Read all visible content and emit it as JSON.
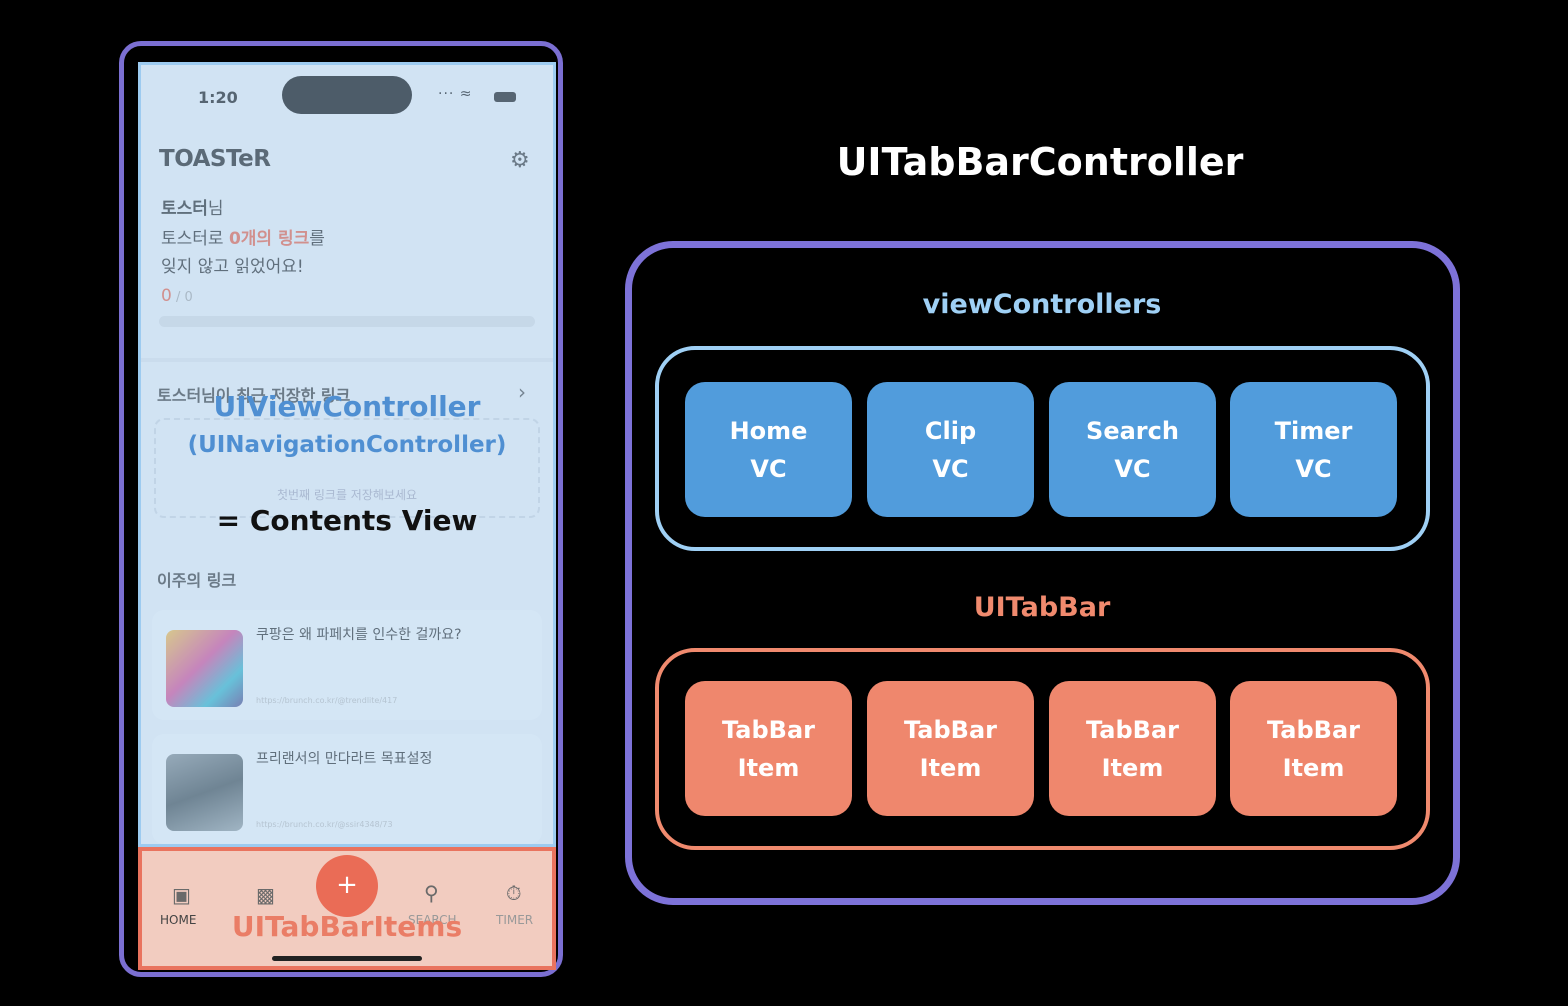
{
  "phone": {
    "status_time": "1:20",
    "status_icons": "... ⋄",
    "logo": "TOASTeR",
    "settings_icon": "gear-icon",
    "greeting_name": "토스터",
    "greeting_suffix": "님",
    "line1_prefix": "토스터로 ",
    "line1_accent": "0개의 링크",
    "line1_suffix": "를",
    "line2": "잊지 않고 읽었어요!",
    "count_read": "0",
    "count_total": " / 0",
    "progress": 0,
    "recent_title": "토스터님이 최근 저장한 링크",
    "empty_text": "첫번째 링크를 저장해보세요",
    "week_title": "이주의 링크",
    "cards": [
      {
        "title": "쿠팡은 왜 파페치를 인수한 걸까요?",
        "url": "https://brunch.co.kr/@trendlite/417"
      },
      {
        "title": "프리랜서의 만다라트 목표설정",
        "url": "https://brunch.co.kr/@ssir4348/73"
      }
    ],
    "tabs": [
      {
        "label": "HOME",
        "icon": "home-icon"
      },
      {
        "label": "",
        "icon": "clip-icon"
      },
      {
        "label": "SEARCH",
        "icon": "search-icon"
      },
      {
        "label": "TIMER",
        "icon": "timer-icon"
      }
    ],
    "fab_label": "+"
  },
  "overlay": {
    "view_controller": "UIViewController",
    "navigation_controller": "(UINavigationController)",
    "contents_view": "= Contents View",
    "tabbar_items": "UITabBarItems"
  },
  "diagram": {
    "title": "UITabBarController",
    "view_controllers_title": "viewControllers",
    "view_controllers": [
      "Home\nVC",
      "Clip\nVC",
      "Search\nVC",
      "Timer\nVC"
    ],
    "tabbar_title": "UITabBar",
    "tabbar_items": [
      "TabBar\nItem",
      "TabBar\nItem",
      "TabBar\nItem",
      "TabBar\nItem"
    ],
    "colors": {
      "controller": "#7d72d8",
      "view_controllers": "#9fd0f5",
      "vc_fill": "#519cdc",
      "tabbar": "#f08a6e",
      "tab_fill": "#ef876d",
      "accent": "#e8684f"
    }
  }
}
